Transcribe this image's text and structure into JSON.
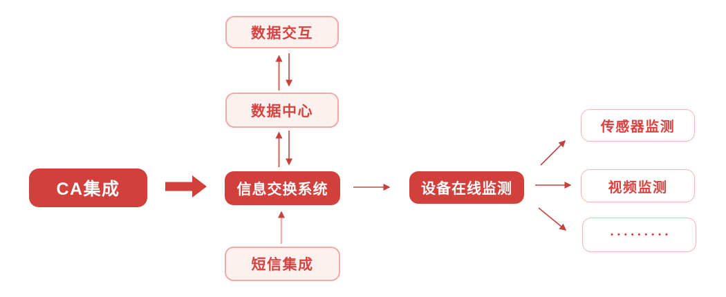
{
  "palette": {
    "brand_red": "#d2403c",
    "text_on_solid": "#ffffff",
    "box_text_red": "#d8423e",
    "light_box_fill": "#fdf1f0",
    "light_box_border": "#f2a9a5",
    "outline_box_fill": "#ffffff",
    "outline_box_border": "#f5b6b2",
    "arrow_red": "#c8403c",
    "arrow_pale_shaft": "#eeb0ac",
    "background": "#ffffff"
  },
  "nodes": {
    "ca_integration": {
      "label": "CA集成",
      "style": "solid"
    },
    "data_interaction": {
      "label": "数据交互",
      "style": "light"
    },
    "data_center": {
      "label": "数据中心",
      "style": "light"
    },
    "info_exchange_system": {
      "label": "信息交换系统",
      "style": "solid"
    },
    "sms_integration": {
      "label": "短信集成",
      "style": "light"
    },
    "device_online_monitoring": {
      "label": "设备在线监测",
      "style": "solid"
    },
    "sensor_monitoring": {
      "label": "传感器监测",
      "style": "outline"
    },
    "video_monitoring": {
      "label": "视频监测",
      "style": "outline"
    },
    "more_items": {
      "label": "•••••••••",
      "style": "outline"
    }
  },
  "edges": [
    {
      "from": "ca_integration",
      "to": "info_exchange_system",
      "type": "block-arrow"
    },
    {
      "from": "data_interaction",
      "to": "data_center",
      "type": "bidirectional"
    },
    {
      "from": "data_center",
      "to": "info_exchange_system",
      "type": "bidirectional"
    },
    {
      "from": "sms_integration",
      "to": "info_exchange_system",
      "type": "arrow"
    },
    {
      "from": "info_exchange_system",
      "to": "device_online_monitoring",
      "type": "arrow"
    },
    {
      "from": "device_online_monitoring",
      "to": "sensor_monitoring",
      "type": "arrow"
    },
    {
      "from": "device_online_monitoring",
      "to": "video_monitoring",
      "type": "arrow"
    },
    {
      "from": "device_online_monitoring",
      "to": "more_items",
      "type": "arrow"
    }
  ]
}
